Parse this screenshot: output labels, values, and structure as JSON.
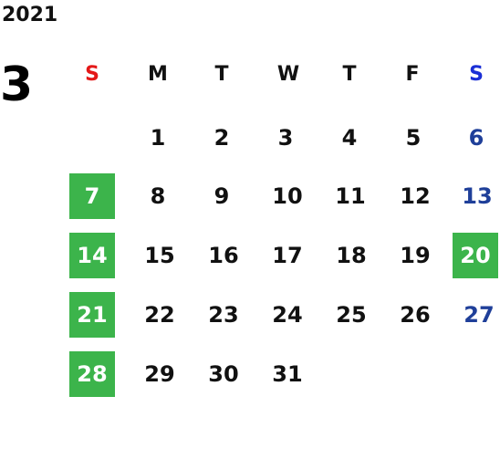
{
  "calendar": {
    "year": "2021",
    "month": "3",
    "weekdays": [
      "S",
      "M",
      "T",
      "W",
      "T",
      "F",
      "S"
    ],
    "weeks": [
      [
        "",
        "1",
        "2",
        "3",
        "4",
        "5",
        "6"
      ],
      [
        "7",
        "8",
        "9",
        "10",
        "11",
        "12",
        "13"
      ],
      [
        "14",
        "15",
        "16",
        "17",
        "18",
        "19",
        "20"
      ],
      [
        "21",
        "22",
        "23",
        "24",
        "25",
        "26",
        "27"
      ],
      [
        "28",
        "29",
        "30",
        "31",
        "",
        "",
        ""
      ]
    ],
    "highlighted_days": [
      "7",
      "14",
      "20",
      "21",
      "28"
    ],
    "colors": {
      "sunday_header": "#e41818",
      "saturday_header": "#1b2fd6",
      "saturday_day": "#1f3f99",
      "highlight_bg": "#3cb44b",
      "highlight_text": "#ffffff"
    }
  }
}
